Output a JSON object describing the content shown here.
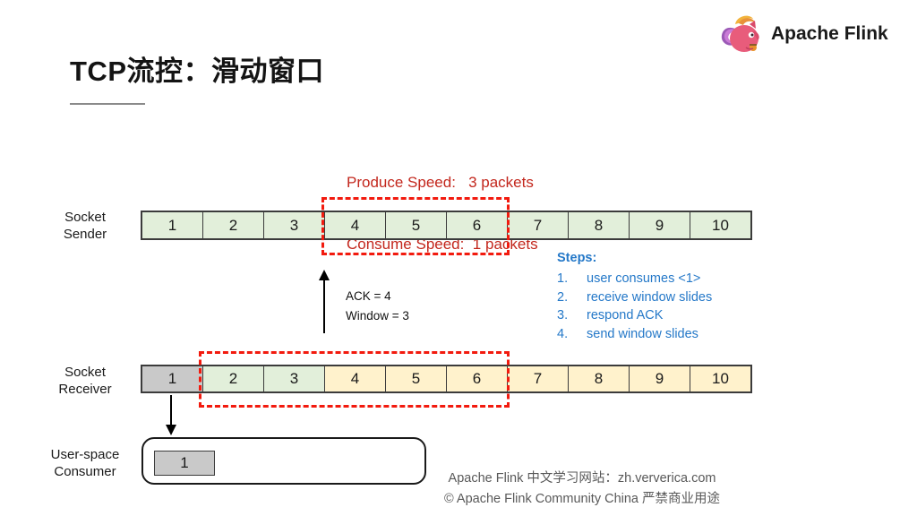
{
  "slide": {
    "title": "TCP流控：滑动窗口",
    "logo": {
      "brand": "Apache Flink"
    },
    "speed_note": {
      "line1": "Produce Speed:   3 packets",
      "line2": "Consume Speed:  1 packets"
    },
    "sender": {
      "label_line1": "Socket",
      "label_line2": "Sender",
      "cells": [
        "1",
        "2",
        "3",
        "4",
        "5",
        "6",
        "7",
        "8",
        "9",
        "10"
      ],
      "window_range": "4-6"
    },
    "ack": {
      "line1": "ACK = 4",
      "line2": "Window = 3"
    },
    "steps": {
      "title": "Steps:",
      "items": [
        {
          "num": "1.",
          "text": "user consumes <1>"
        },
        {
          "num": "2.",
          "text": "receive window slides"
        },
        {
          "num": "3.",
          "text": "respond ACK"
        },
        {
          "num": "4.",
          "text": "send window slides"
        }
      ]
    },
    "receiver": {
      "label_line1": "Socket",
      "label_line2": "Receiver",
      "cells": [
        "1",
        "2",
        "3",
        "4",
        "5",
        "6",
        "7",
        "8",
        "9",
        "10"
      ],
      "window_range": "2-6"
    },
    "consumer": {
      "label_line1": "User-space",
      "label_line2": "Consumer",
      "cell": "1"
    },
    "footer": {
      "line1": "Apache Flink 中文学习网站：zh.ververica.com",
      "line2": "© Apache Flink Community China  严禁商业用途"
    }
  },
  "colors": {
    "cell-green": "#E2EFDA",
    "cell-yellow": "#FFF2CC",
    "cell-gray": "#C9C9C9",
    "cell-border": "#3B3B3B",
    "dash-red": "#F21A0E",
    "text-red": "#C3271D",
    "text-blue": "#2478C8",
    "footer-gray": "#595959"
  }
}
